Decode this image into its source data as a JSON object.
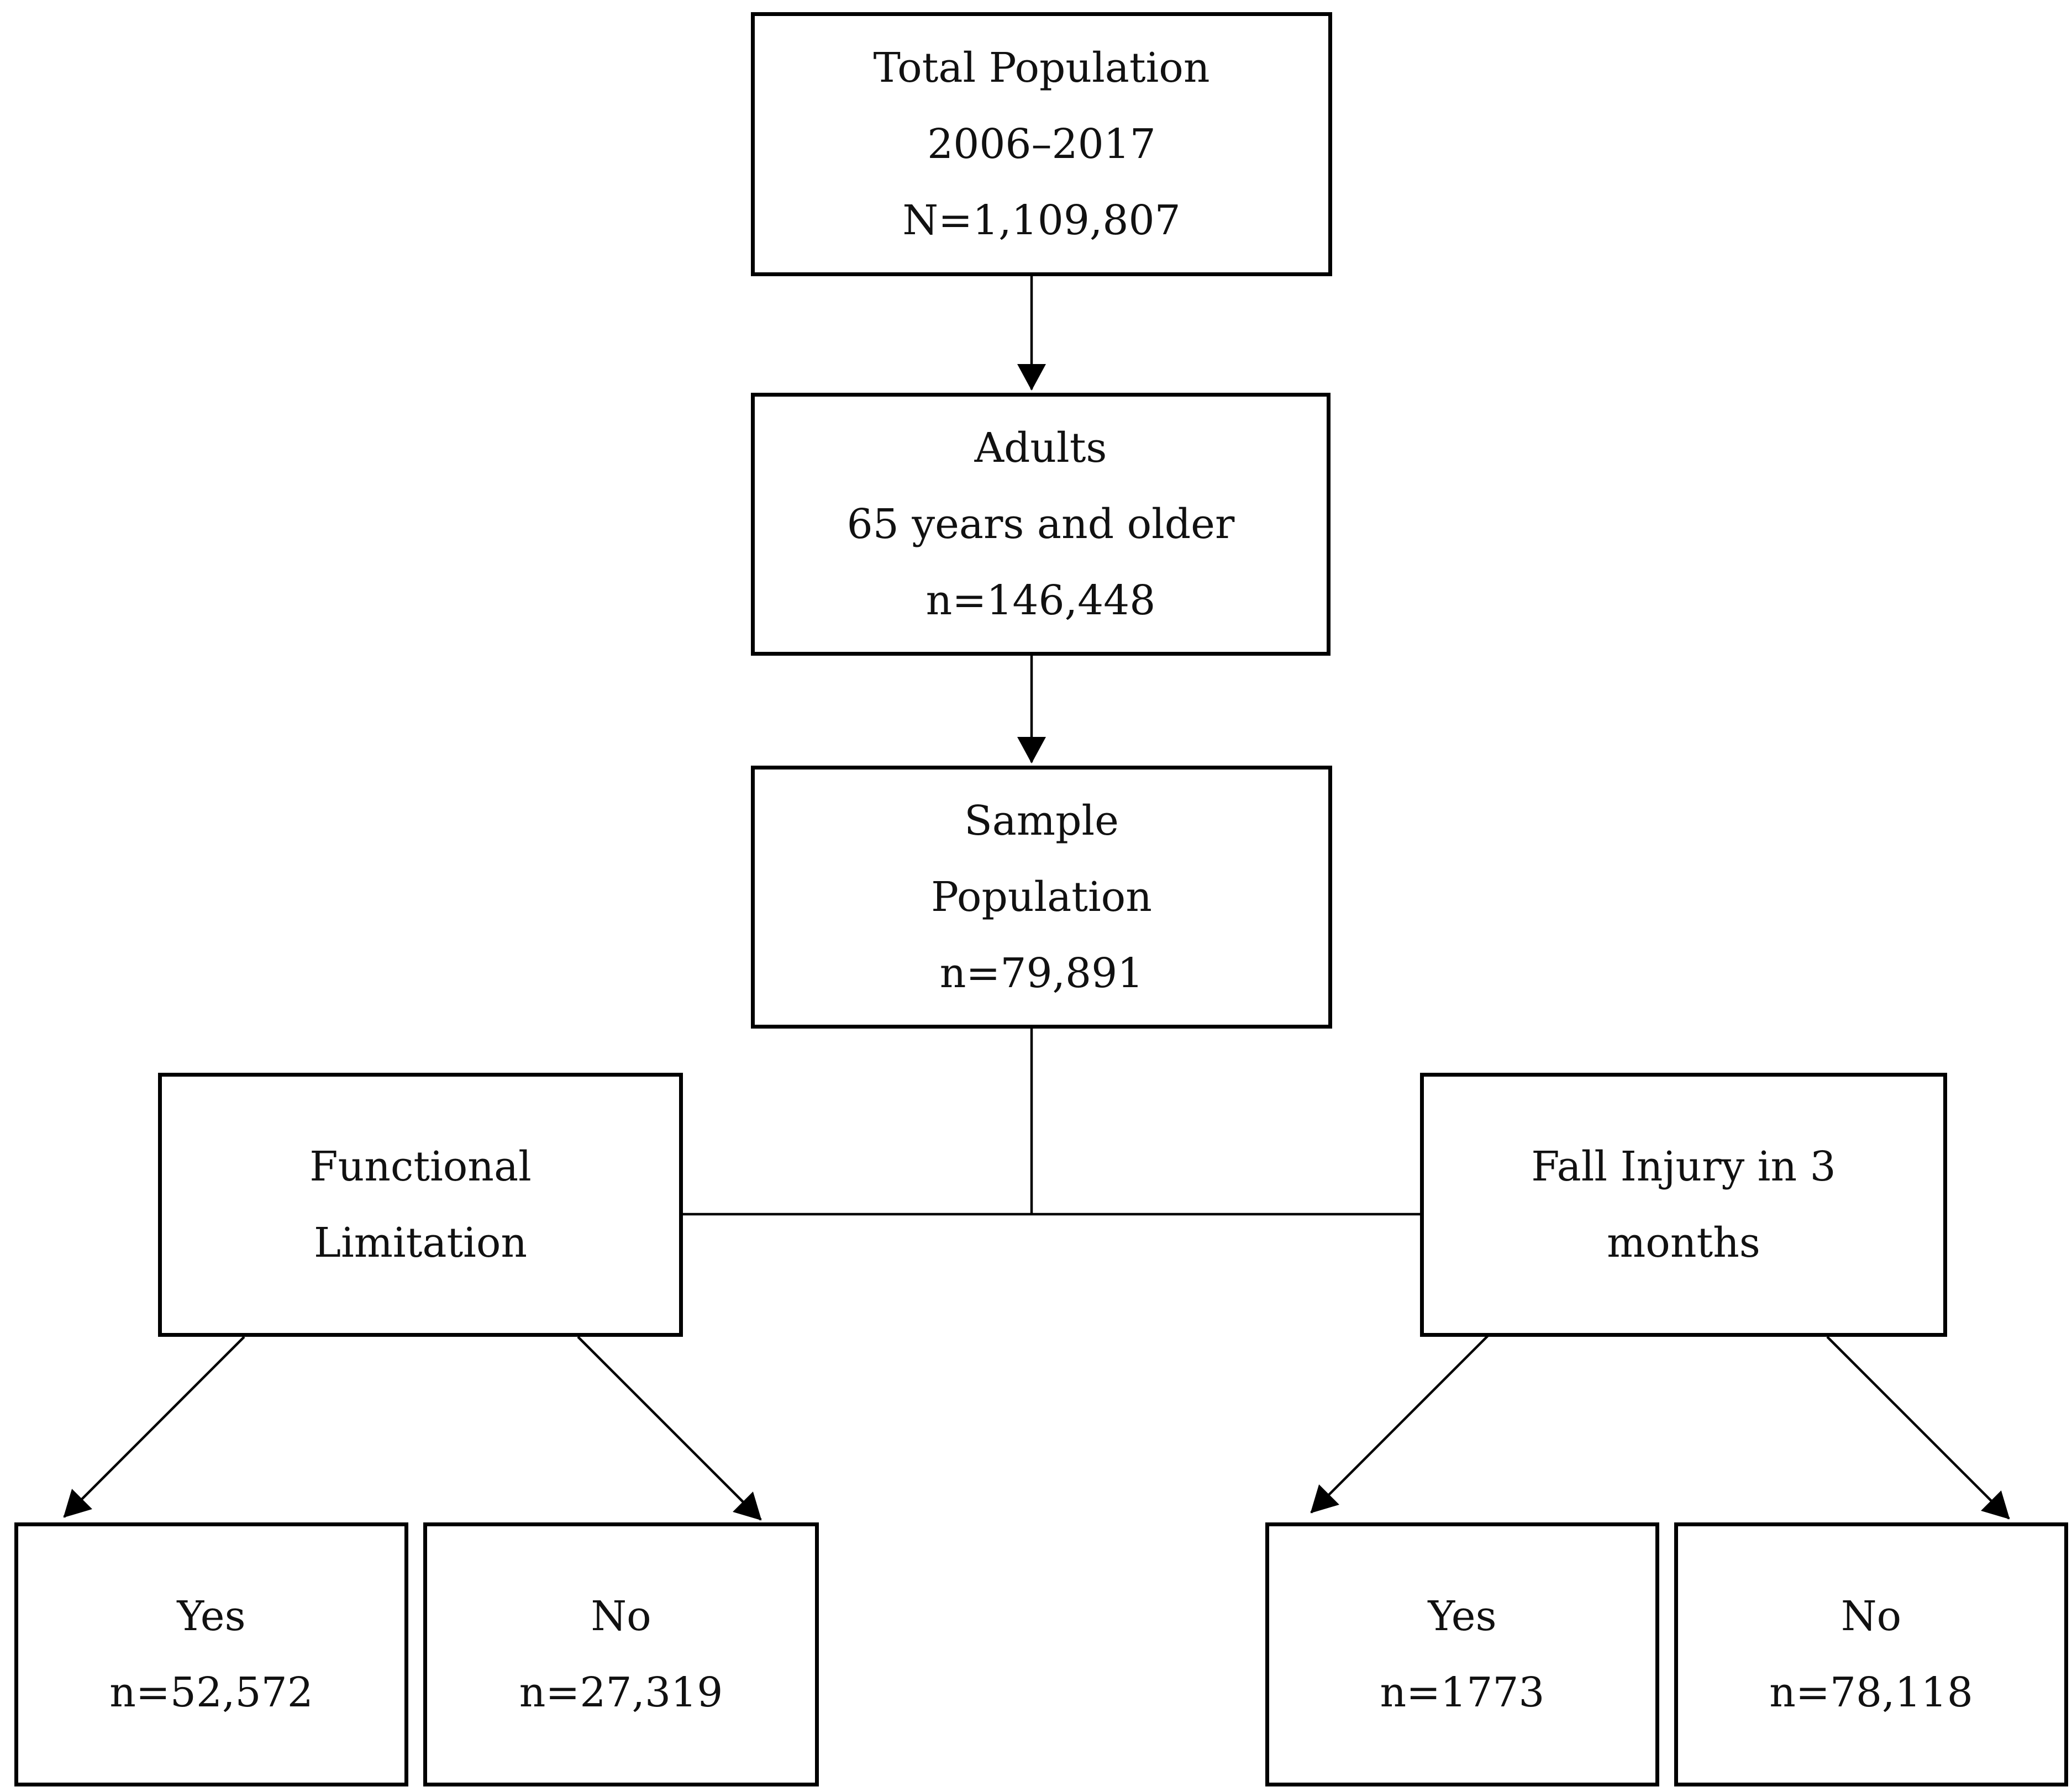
{
  "boxes": {
    "total_population": {
      "lines": [
        "Total Population",
        "2006–2017",
        "N=1,109,807"
      ]
    },
    "adults_65": {
      "lines": [
        "Adults",
        "65 years and older",
        "n=146,448"
      ]
    },
    "sample_population": {
      "lines": [
        "Sample",
        "Population",
        "n=79,891"
      ]
    },
    "functional_limitation": {
      "lines": [
        "Functional",
        "Limitation"
      ]
    },
    "fall_injury": {
      "lines": [
        "Fall Injury in 3",
        "months"
      ]
    },
    "fl_yes": {
      "lines": [
        "Yes",
        "n=52,572"
      ]
    },
    "fl_no": {
      "lines": [
        "No",
        "n=27,319"
      ]
    },
    "fi_yes": {
      "lines": [
        "Yes",
        "n=1773"
      ]
    },
    "fi_no": {
      "lines": [
        "No",
        "n=78,118"
      ]
    }
  }
}
